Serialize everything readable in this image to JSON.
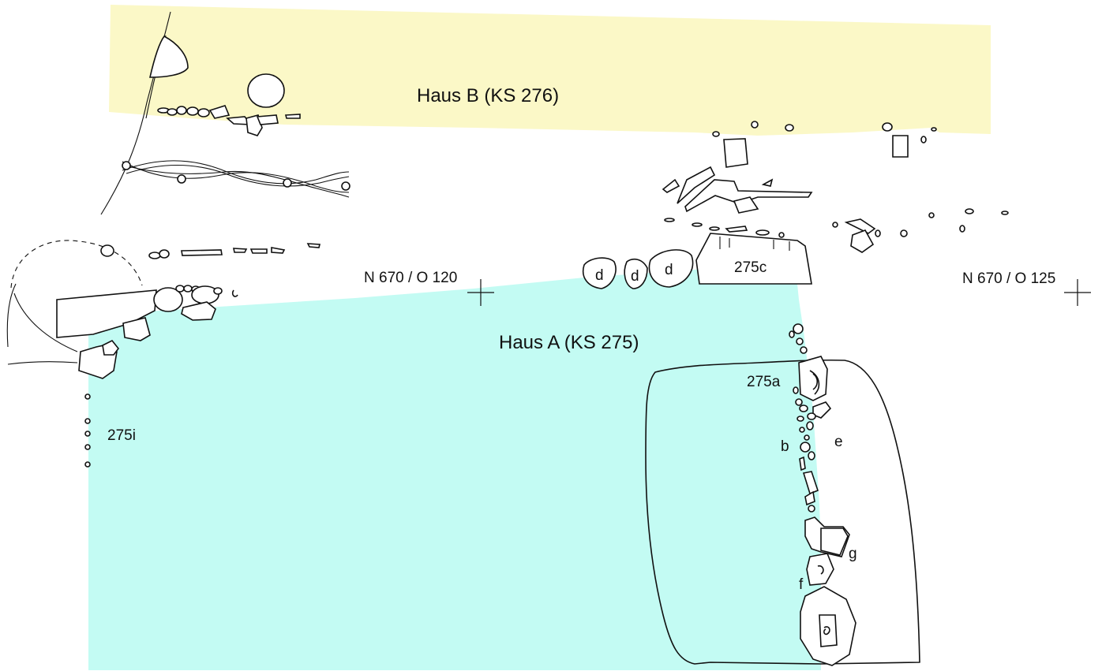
{
  "house_b": {
    "label": "Haus B (KS 276)",
    "color": "#fbf8c7"
  },
  "house_a": {
    "label": "Haus A (KS 275)",
    "color": "#c3fbf3"
  },
  "grid_points": {
    "left": "N 670 / O 120",
    "right": "N 670 / O 125"
  },
  "features": {
    "f275c": "275c",
    "f275a": "275a",
    "f275i": "275i",
    "d1": "d",
    "d2": "d",
    "d3": "d",
    "b": "b",
    "e": "e",
    "f": "f",
    "g": "g"
  }
}
